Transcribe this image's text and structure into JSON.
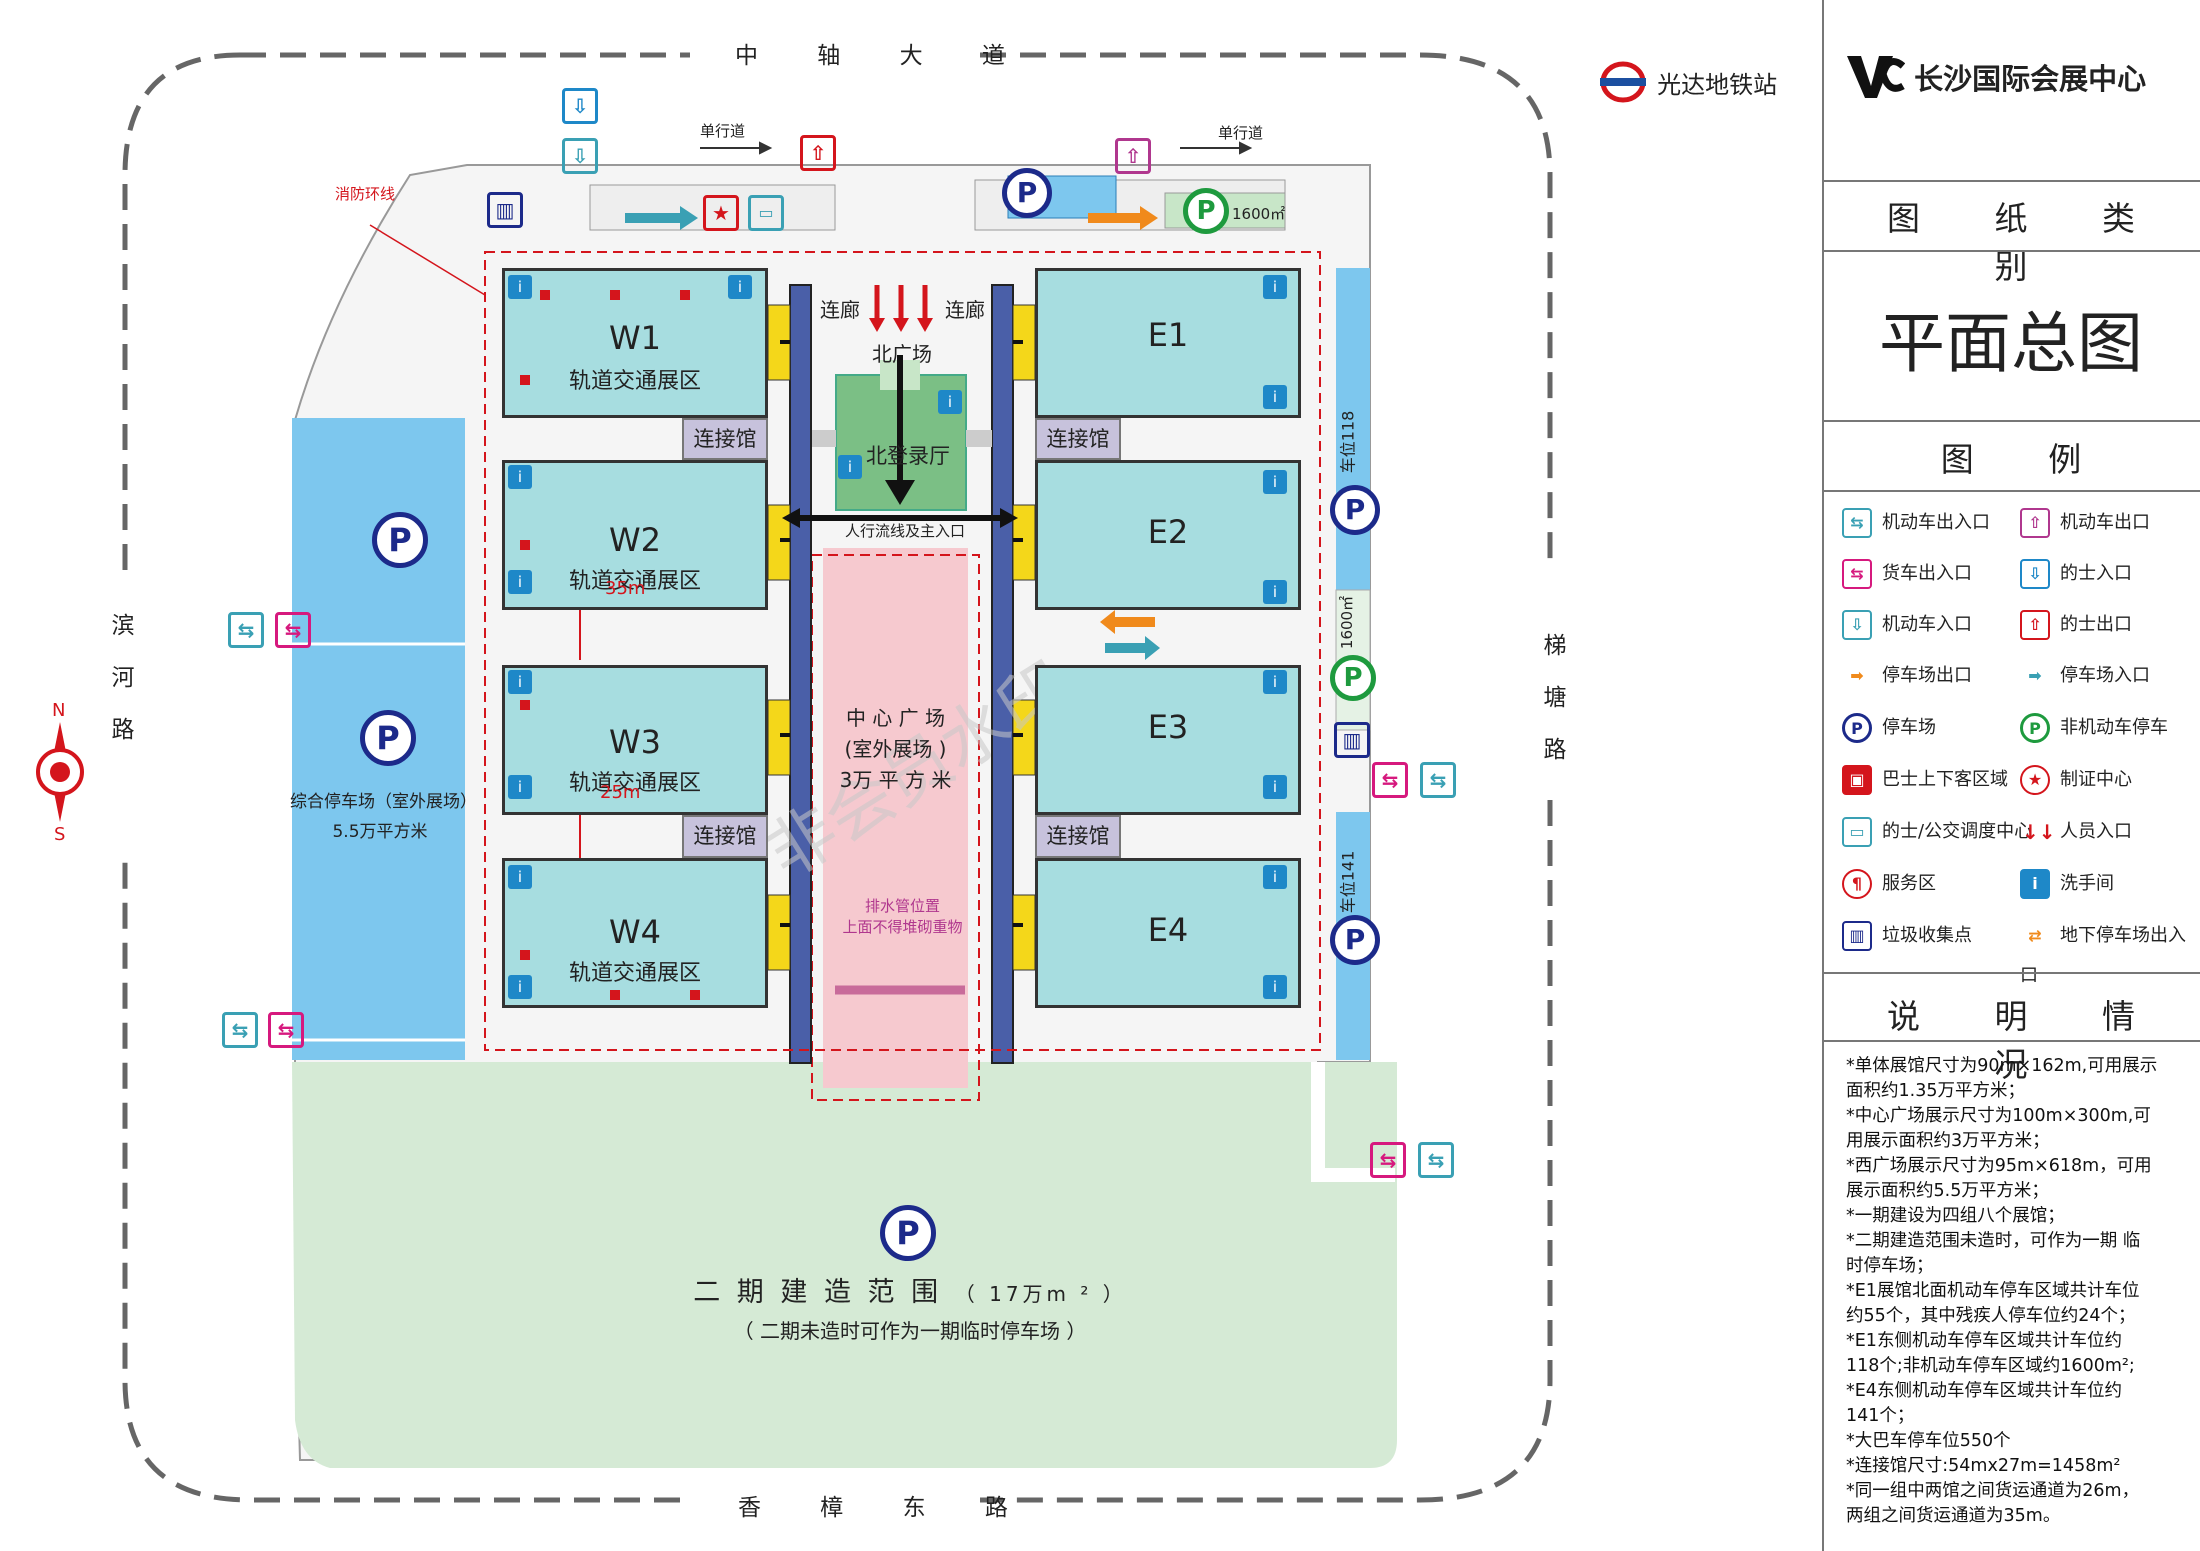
{
  "roads": {
    "north": "中 轴 大 道",
    "south": "香 樟 东 路",
    "west": [
      "滨",
      "河",
      "路"
    ],
    "east": [
      "梯",
      "塘",
      "路"
    ]
  },
  "compass": {
    "north": "N",
    "south": "S"
  },
  "metro": "光达地铁站",
  "brand": {
    "logo_text": "长沙国际会展中心"
  },
  "panel": {
    "category_title": "图 纸 类 别",
    "drawing_title": "平面总图",
    "legend_title": "图 例",
    "notes_title": "说 明 情 况"
  },
  "labels": {
    "one_way": "单行道",
    "fire_loop": "消防环线",
    "corridor": "连廊",
    "north_plaza": "北广场",
    "north_hall": "北登录厅",
    "main_entrance": "人行流线及主入口",
    "gap_35": "35m",
    "gap_25": "25m",
    "area_1600": "1600㎡",
    "area_1600_v": "1600㎡",
    "spaces_118": "车位118",
    "spaces_141": "车位141",
    "drain_line1": "排水管位置",
    "drain_line2": "上面不得堆砌重物"
  },
  "halls": [
    {
      "code": "W1",
      "name": "轨道交通展区"
    },
    {
      "code": "W2",
      "name": "轨道交通展区"
    },
    {
      "code": "W3",
      "name": "轨道交通展区"
    },
    {
      "code": "W4",
      "name": "轨道交通展区"
    },
    {
      "code": "E1",
      "name": ""
    },
    {
      "code": "E2",
      "name": ""
    },
    {
      "code": "E3",
      "name": ""
    },
    {
      "code": "E4",
      "name": ""
    }
  ],
  "connectors": [
    "连接馆",
    "连接馆",
    "连接馆",
    "连接馆"
  ],
  "central_plaza": {
    "line1": "中 心 广 场",
    "line2": "(室外展场 )",
    "line3": "3万 平 方 米"
  },
  "west_parking": {
    "line1": "综合停车场（室外展场）",
    "line2": "5.5万平方米"
  },
  "phase2": {
    "line1": "二 期 建 造 范 围",
    "area": "（ 17万m ² ）",
    "line2": "（ 二期未造时可作为一期临时停车场 ）"
  },
  "watermark": "非会员水印",
  "legend": [
    {
      "icon": "⇆",
      "color": "#3aa0b4",
      "label": "机动车出入口"
    },
    {
      "icon": "⇧",
      "color": "#b0378e",
      "label": "机动车出口"
    },
    {
      "icon": "⇆",
      "color": "#d6197e",
      "label": "货车出入口"
    },
    {
      "icon": "⇩",
      "color": "#1e88c8",
      "label": "的士入口"
    },
    {
      "icon": "⇩",
      "color": "#3aa0b4",
      "label": "机动车入口"
    },
    {
      "icon": "⇧",
      "color": "#d4151c",
      "label": "的士出口"
    },
    {
      "icon": "➡",
      "color": "#f08a1c",
      "label": "停车场出口"
    },
    {
      "icon": "➡",
      "color": "#3aa0b4",
      "label": "停车场入口"
    },
    {
      "icon": "P",
      "color": "#1c2a8a",
      "label": "停车场"
    },
    {
      "icon": "P",
      "color": "#1e9a3e",
      "label": "非机动车停车"
    },
    {
      "icon": "▣",
      "color": "#d4151c",
      "label": "巴士上下客区域"
    },
    {
      "icon": "★",
      "color": "#d4151c",
      "label": "制证中心"
    },
    {
      "icon": "▭",
      "color": "#3aa0b4",
      "label": "的士/公交调度中心"
    },
    {
      "icon": "↓",
      "color": "#d4151c",
      "label": "人员入口"
    },
    {
      "icon": "¶",
      "color": "#d4151c",
      "label": "服务区"
    },
    {
      "icon": "i",
      "color": "#1e88c8",
      "label": "洗手间"
    },
    {
      "icon": "▥",
      "color": "#1c2a8a",
      "label": "垃圾收集点"
    },
    {
      "icon": "⇄",
      "color": "#f08a1c",
      "label": "地下停车场出入口"
    }
  ],
  "notes": [
    "*单体展馆尺寸为90m×162m,可用展示",
    "面积约1.35万平方米；",
    "*中心广场展示尺寸为100m×300m,可",
    "用展示面积约3万平方米；",
    "*西广场展示尺寸为95m×618m，可用",
    "展示面积约5.5万平方米；",
    "*一期建设为四组八个展馆；",
    "*二期建造范围未造时，可作为一期 临",
    "时停车场；",
    "*E1展馆北面机动车停车区域共计车位",
    "约55个，其中残疾人停车位约24个；",
    "*E1东侧机动车停车区域共计车位约",
    "118个;非机动车停车区域约1600m²;",
    "*E4东侧机动车停车区域共计车位约",
    "141个；",
    "*大巴车停车位550个",
    "*连接馆尺寸:54mx27m=1458m²",
    "*同一组中两馆之间货运通道为26m，",
    "两组之间货运通道为35m。"
  ]
}
